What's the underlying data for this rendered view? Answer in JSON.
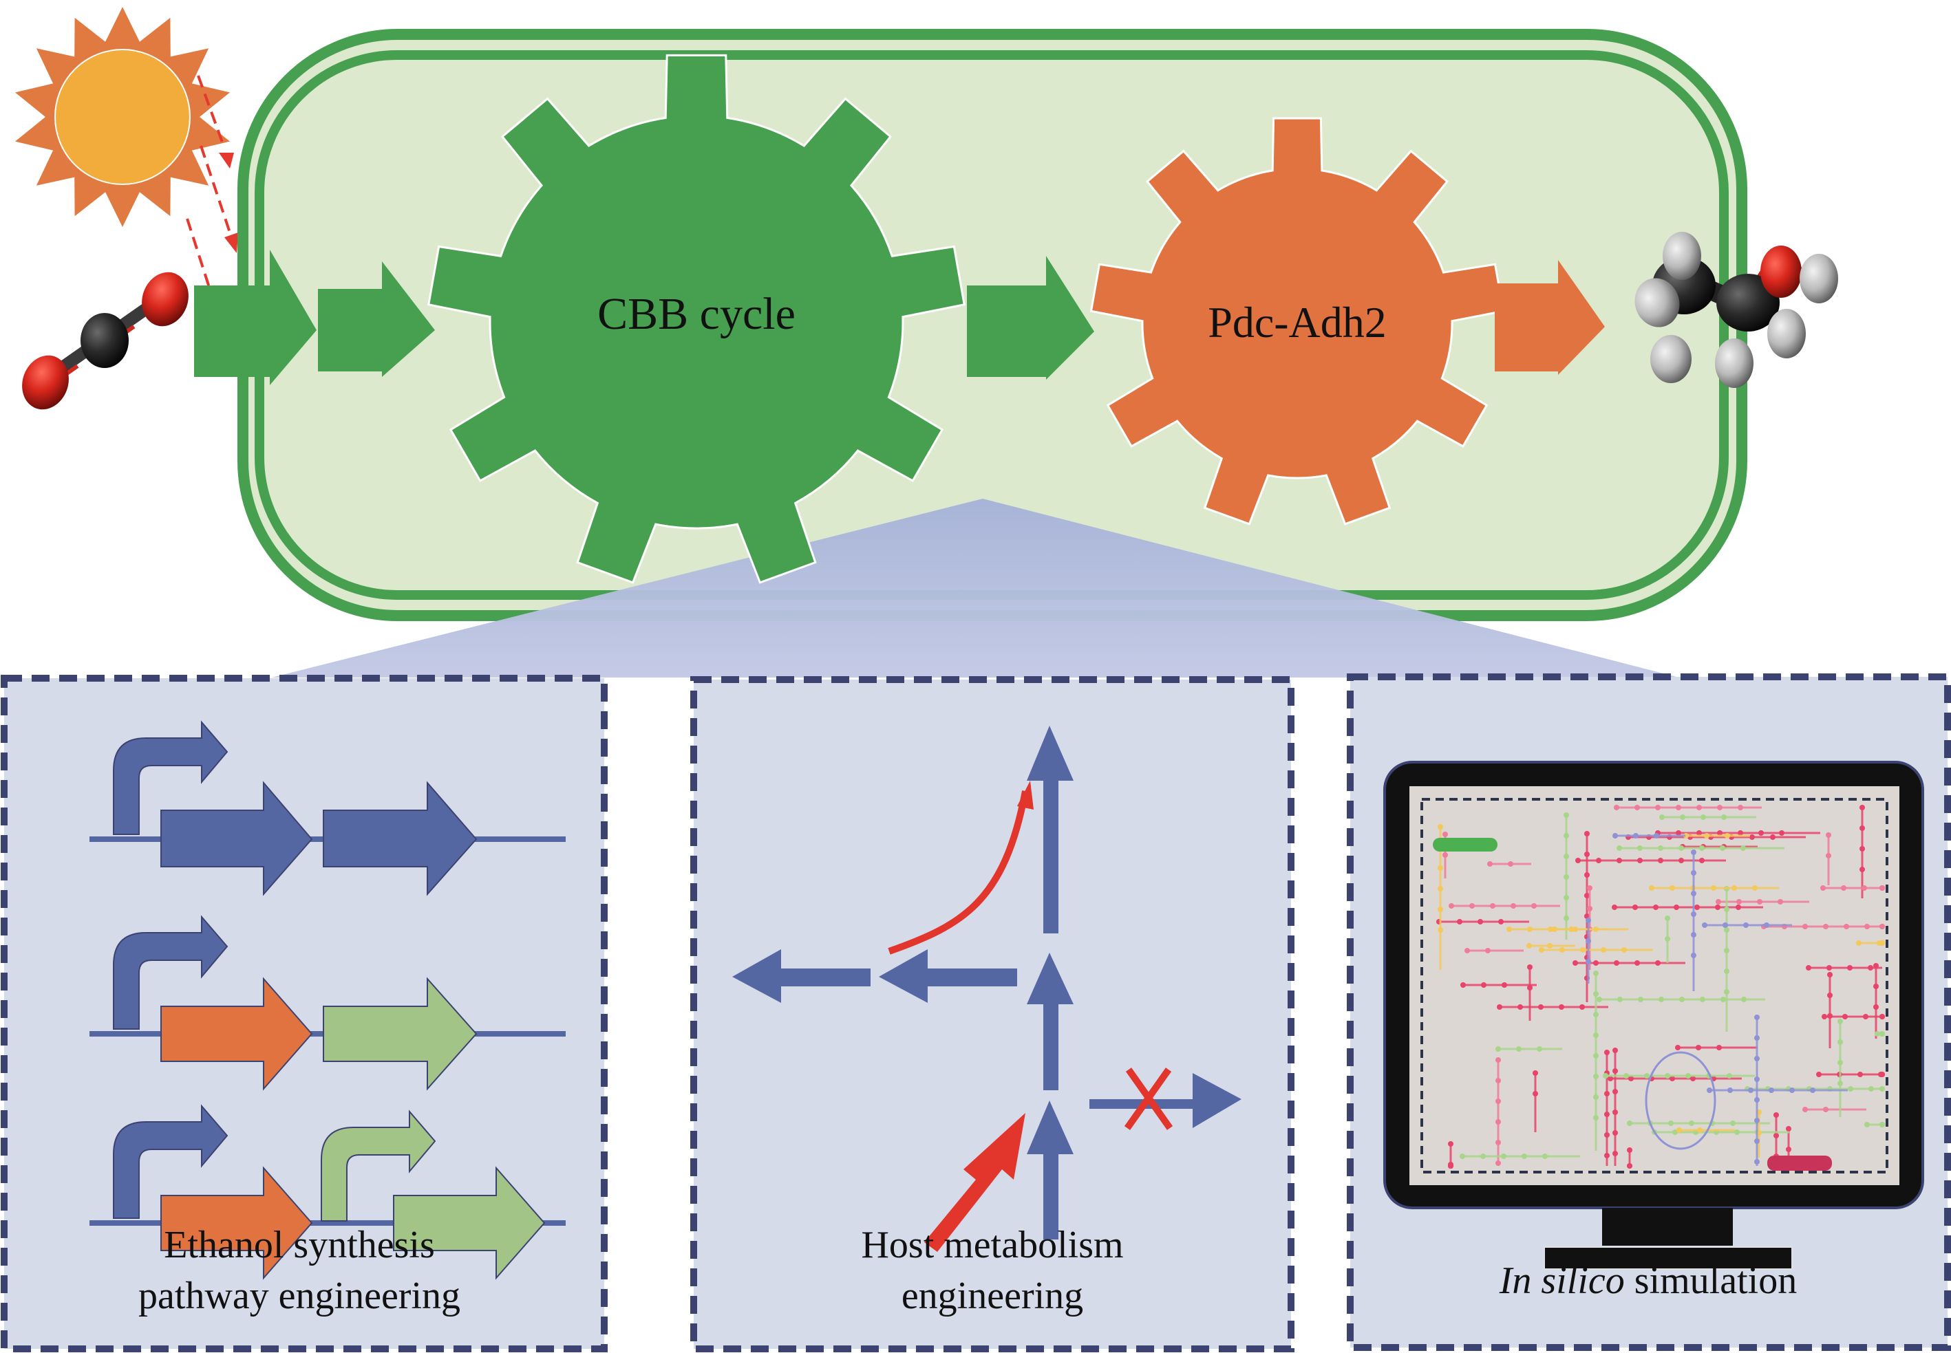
{
  "figure": {
    "title": "Photosynthetic ethanol production engineering overview"
  },
  "top": {
    "inputs": [
      "light",
      "CO2"
    ],
    "gears": [
      {
        "label": "CBB cycle",
        "color": "#46a04f"
      },
      {
        "label": "Pdc-Adh2",
        "color": "#e07340"
      }
    ],
    "product": "ethanol",
    "colors": {
      "cell_fill": "#dce9cc",
      "cell_border": "#46a04f",
      "arrow_green": "#46a04f",
      "arrow_orange": "#e07340",
      "sun_rays": "#e07a40",
      "sun_core": "#f2ac3c",
      "light_beam": "#e5392f"
    }
  },
  "panels": [
    {
      "id": "pathway",
      "label_lines": [
        "Ethanol synthesis",
        "pathway engineering"
      ],
      "constructs": [
        {
          "promoters": [
            "blue"
          ],
          "genes": [
            "blue",
            "blue"
          ]
        },
        {
          "promoters": [
            "blue"
          ],
          "genes": [
            "orange",
            "light-green"
          ]
        },
        {
          "promoters": [
            "blue",
            "light-green"
          ],
          "genes": [
            "orange",
            "light-green"
          ]
        }
      ]
    },
    {
      "id": "host",
      "label_lines": [
        "Host metabolism",
        "engineering"
      ]
    },
    {
      "id": "simulation",
      "label_italic": "In silico",
      "label_rest": " simulation"
    }
  ],
  "colors": {
    "panel_fill": "#d6dbea",
    "panel_border": "#3c4370",
    "blue": "#5567a3",
    "orange": "#e07340",
    "light_green": "#a2c486",
    "red": "#e2352c",
    "zoom_wedge": "#a9b4d6"
  }
}
